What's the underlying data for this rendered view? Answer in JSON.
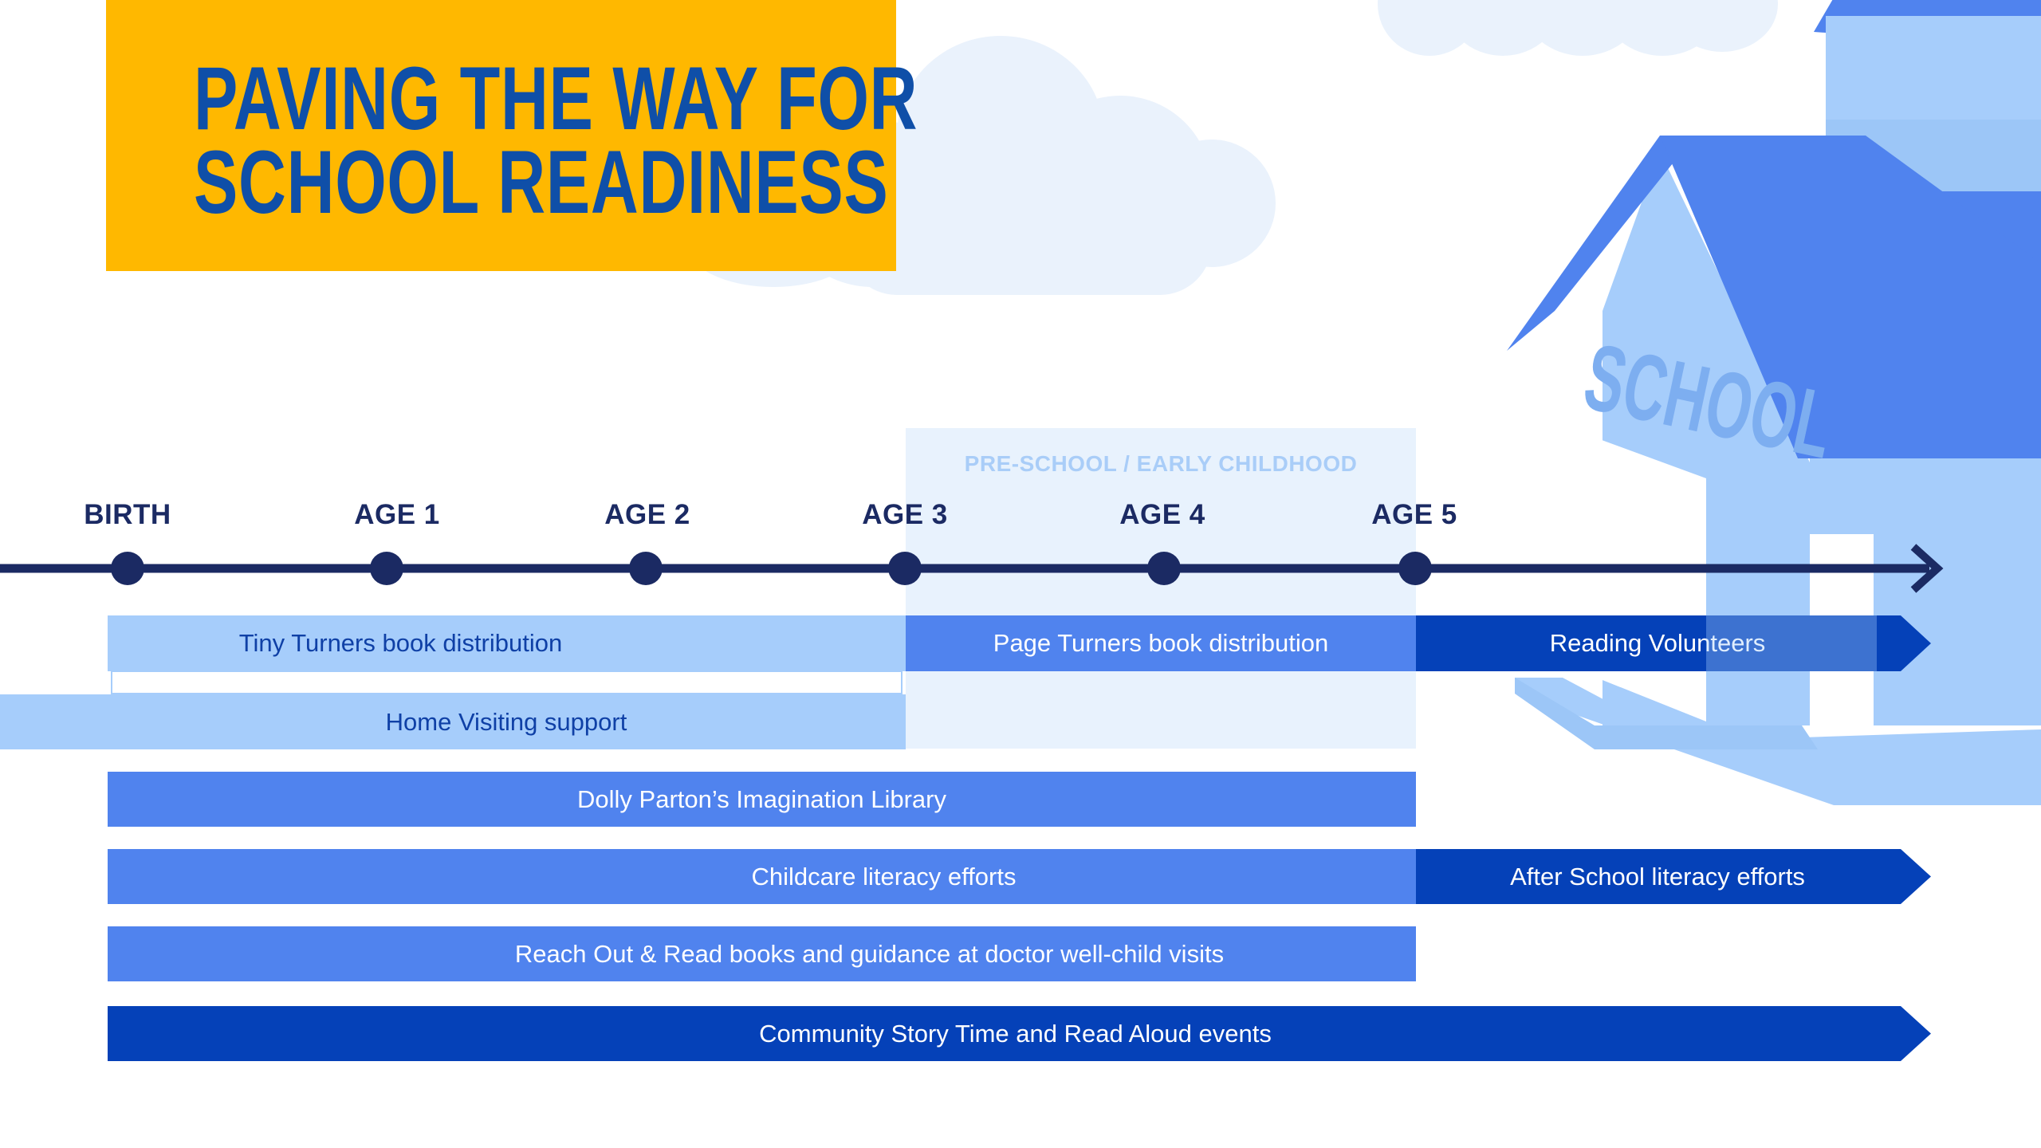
{
  "title": {
    "line1": "PAVING THE WAY FOR",
    "line2": "SCHOOL READINESS"
  },
  "school_sign": "SCHOOL",
  "preschool_label": "PRE-SCHOOL / EARLY CHILDHOOD",
  "timeline": {
    "milestones": [
      "BIRTH",
      "AGE 1",
      "AGE 2",
      "AGE 3",
      "AGE 4",
      "AGE 5"
    ]
  },
  "bars": {
    "tiny_turners": "Tiny Turners book distribution",
    "page_turners": "Page Turners book distribution",
    "reading_volunteers": "Reading Volunteers",
    "home_visiting": "Home Visiting support",
    "dolly_parton": "Dolly Parton’s Imagination Library",
    "childcare": "Childcare literacy efforts",
    "after_school": "After School literacy efforts",
    "reach_out": "Reach Out & Read books and guidance at doctor well-child visits",
    "community_story": "Community Story Time and Read Aloud events"
  },
  "colors": {
    "title_background": "#ffb800",
    "title_text": "#0f4fa8",
    "timeline": "#1b2a63",
    "light_bar": "#a6cdfb",
    "mid_bar": "#5083ee",
    "dark_bar": "#0541b8",
    "cloud": "#eaf2fc"
  }
}
